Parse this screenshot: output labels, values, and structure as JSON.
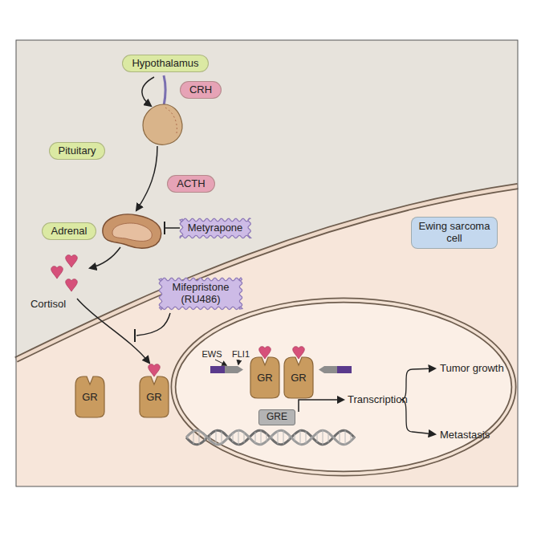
{
  "diagram": {
    "nodes": [
      {
        "text": [
          "Hypothalamus"
        ]
      },
      {
        "text": [
          "CRH"
        ]
      },
      {
        "text": [
          "Pituitary"
        ]
      },
      {
        "text": [
          "ACTH"
        ]
      },
      {
        "text": [
          "Adrenal"
        ]
      },
      {
        "text": [
          "Metyrapone"
        ]
      },
      {
        "text": [
          "Ewing sarcoma cell"
        ]
      },
      {
        "text": [
          "Mifepristone (RU486)"
        ]
      },
      {
        "text": [
          "GR"
        ]
      },
      {
        "text": [
          "GR"
        ]
      },
      {
        "text": [
          "GR"
        ]
      },
      {
        "text": [
          "GR"
        ]
      },
      {
        "text": [
          "GRE"
        ]
      }
    ],
    "labels": [
      "Cortisol",
      "EWS",
      "FLI1",
      "Transcription",
      "Tumor growth",
      "Metastasis"
    ]
  }
}
